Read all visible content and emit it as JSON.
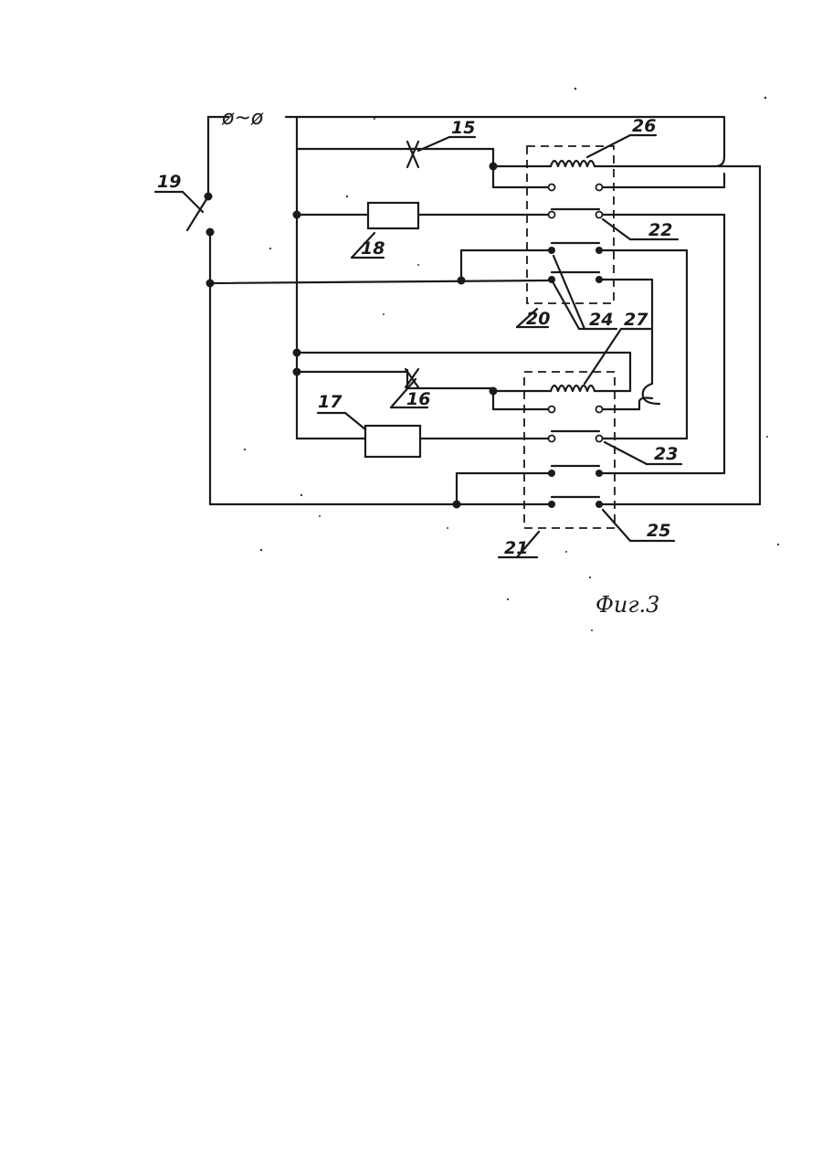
{
  "power_source": {
    "symbol": "ø~ø"
  },
  "labels": {
    "switch": "19",
    "valve_top": "15",
    "valve_bottom": "16",
    "device_top": "18",
    "device_bottom": "17",
    "relay_top": "20",
    "relay_bottom": "21",
    "coil_top": "26",
    "coil_bottom": "27",
    "contact_top": "22",
    "contact_bottom": "23",
    "contact_pair": "24",
    "contact_bottom_last": "25"
  },
  "caption": "Фиг.3"
}
